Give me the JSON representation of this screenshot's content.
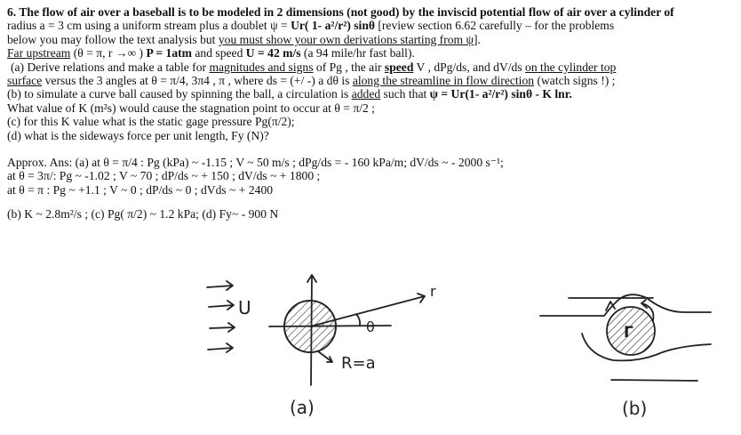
{
  "problem": {
    "l1": "6. The flow of air over a baseball is to be modeled in 2 dimensions (not good) by the inviscid potential flow of air over a cylinder of",
    "l2a": "radius a = 3 cm  using  a uniform stream plus a doublet  ψ =  ",
    "l2b": "Ur( 1- a²/r²) sinθ",
    "l2c": "  [review section 6.62 carefully – for the problems",
    "l3a": "below you may follow the text analysis but ",
    "l3b": "you must show your own derivations starting from ψ",
    "l3c": "].",
    "l4a": "Far upstream",
    "l4b": " (θ = π, r →∞ )  ",
    "l4c": "P = 1atm",
    "l4d": " and speed ",
    "l4e": "U = 42 m/s",
    "l4f": "  (a 94 mile/hr  fast ball).",
    "l5a": "(a) Derive relations and make a table for ",
    "l5b": "magnitudes and signs",
    "l5c": "  of  Pg , the air ",
    "l5d": "speed",
    "l5e": " V , dPg/ds, and dV/ds  ",
    "l5f": "on the cylinder top",
    "l6a": "surface",
    "l6b": " versus the 3 angles at  θ = π/4,  3π4 , π , where ds = (+/ -) a dθ  is ",
    "l6c": "along the streamline in flow direction",
    "l6d": " (watch signs !) ;",
    "l7a": "(b) to simulate a curve ball caused by spinning the ball, a circulation is ",
    "l7b": "added",
    "l7c": " such that  ",
    "l7d": "ψ = Ur(1- a²/r²) sinθ - K lnr.",
    "l8": "What value of K (m²s) would cause the stagnation point to occur at θ = π/2 ;",
    "l9": "(c) for this K value what is the static gage pressure Pg(π/2);",
    "l10": "(d) what is the sideways force per unit length, Fy (N)?"
  },
  "answers": {
    "a1": "Approx. Ans:  (a)   at θ = π/4 : Pg (kPa) ~  -1.15 ; V ~ 50 m/s ;  dPg/ds = - 160 kPa/m; dV/ds ~ - 2000  s⁻¹;",
    "a2": "  at  θ = 3π/:  Pg   ~  -1.02 ; V ~ 70 ;  dP/ds ~ + 150 ; dV/ds  ~  + 1800 ;",
    "a3": "at θ = π :   Pg ~ +1.1 ;  V ~ 0 ; dP/ds ~ 0 ; dVds ~  + 2400",
    "b": "(b) K ~ 2.8m²/s ; (c) Pg( π/2) ~ 1.2 kPa;  (d)  Fy~ - 900 N"
  },
  "figure": {
    "u_label": "U",
    "r_label": "r",
    "theta_label": "θ",
    "ra_label": "R=a",
    "gamma_label": "Γ",
    "cap_a": "(a)",
    "cap_b": "(b)"
  }
}
